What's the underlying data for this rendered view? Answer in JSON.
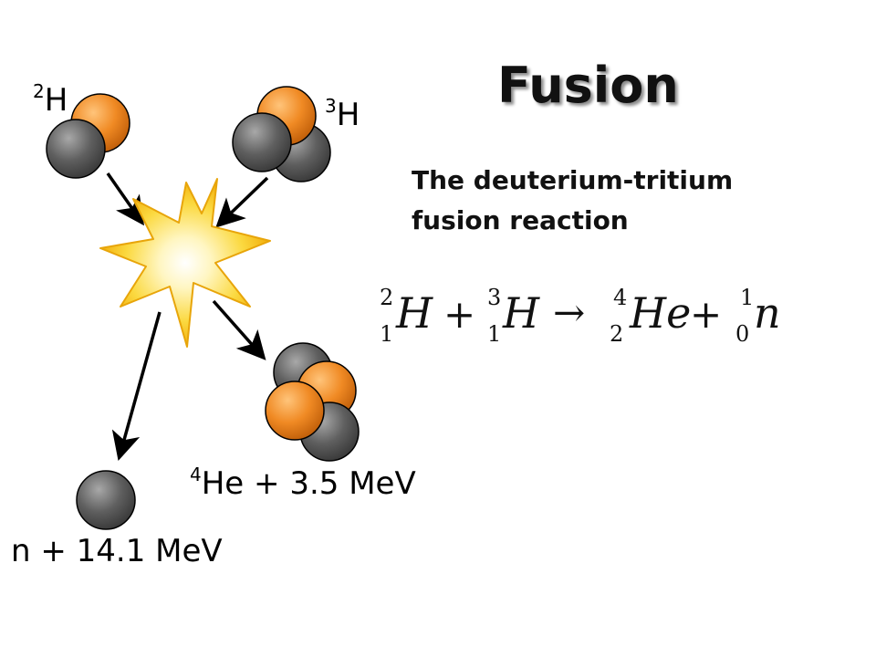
{
  "title": "Fusion",
  "subtitle": {
    "line1": "The deuterium-tritium",
    "line2": "fusion reaction"
  },
  "labels": {
    "deuterium": {
      "mass": "2",
      "symbol": "H"
    },
    "tritium": {
      "mass": "3",
      "symbol": "H"
    },
    "helium": {
      "mass": "4",
      "text": "He + 3.5 MeV"
    },
    "neutron": {
      "text": "n + 14.1 MeV"
    }
  },
  "equation": {
    "terms": [
      {
        "mass": "2",
        "atomic": "1",
        "symbol": "H"
      },
      {
        "mass": "3",
        "atomic": "1",
        "symbol": "H"
      },
      {
        "mass": "4",
        "atomic": "2",
        "symbol": "He"
      },
      {
        "mass": "1",
        "atomic": "0",
        "symbol": "n"
      }
    ],
    "plus": "+",
    "arrow": "→"
  },
  "colors": {
    "proton": "#f08a24",
    "neutron": "#5a5a5a",
    "burst_outer": "#f7c41a",
    "burst_inner": "#fffbe0",
    "arrow": "#000000"
  }
}
